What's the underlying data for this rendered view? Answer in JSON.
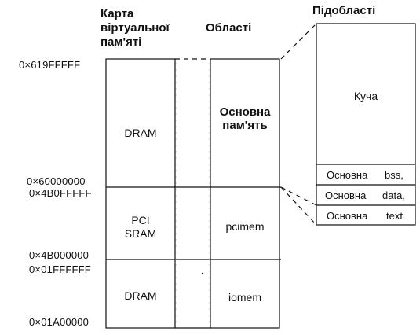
{
  "headings": {
    "virtual_map": "Карта віртуальної пам'яті",
    "regions": "Області",
    "subregions": "Підобласті"
  },
  "addresses": [
    "0×619FFFFF",
    "0×60000000",
    "0×4B0FFFFF",
    "0×4B000000",
    "0×01FFFFFF",
    "0×01A00000"
  ],
  "map_cells": [
    "DRAM",
    "PCI SRAM",
    "DRAM"
  ],
  "region_cells": [
    "Основна пам'ять",
    "pcimem",
    "iomem"
  ],
  "subregion_top": "Куча",
  "subregion_rows": [
    {
      "left": "Основна",
      "right": "bss,"
    },
    {
      "left": "Основна",
      "right": "data,"
    },
    {
      "left": "Основна",
      "right": "text"
    }
  ]
}
